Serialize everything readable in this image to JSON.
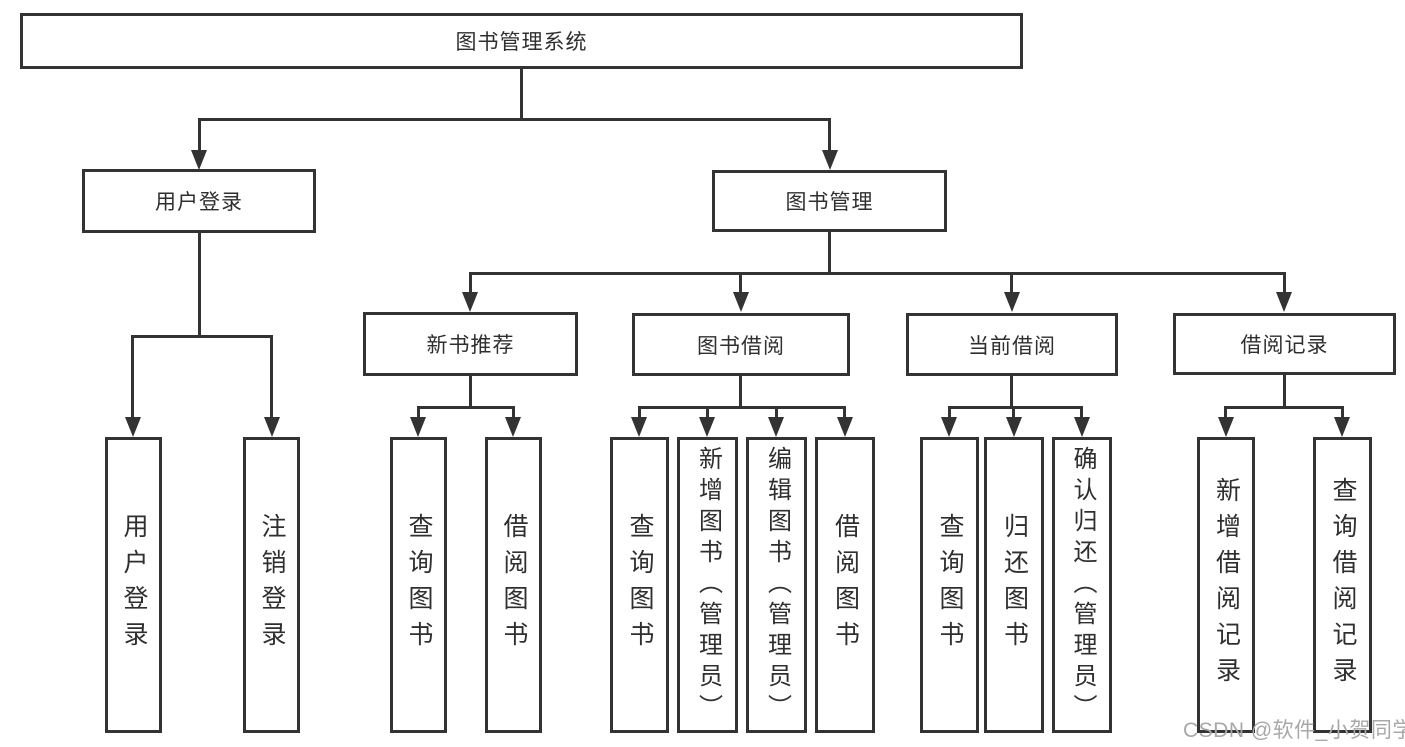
{
  "diagram": {
    "nodes": {
      "root": {
        "label": "图书管理系统"
      },
      "user_login": {
        "label": "用户登录"
      },
      "book_management": {
        "label": "图书管理"
      },
      "new_book_recommend": {
        "label": "新书推荐"
      },
      "book_borrowing": {
        "label": "图书借阅"
      },
      "current_borrowing": {
        "label": "当前借阅"
      },
      "borrowing_records": {
        "label": "借阅记录"
      },
      "leaf_user_login": {
        "label": "用户登录"
      },
      "leaf_logout": {
        "label": "注销登录"
      },
      "leaf_rec_query_books": {
        "label": "查询图书"
      },
      "leaf_rec_borrow_books": {
        "label": "借阅图书"
      },
      "leaf_bb_query_books": {
        "label": "查询图书"
      },
      "leaf_bb_add_books": {
        "label": "新增图书（管理员）"
      },
      "leaf_bb_edit_books": {
        "label": "编辑图书（管理员）"
      },
      "leaf_bb_borrow_books": {
        "label": "借阅图书"
      },
      "leaf_cb_query_books": {
        "label": "查询图书"
      },
      "leaf_cb_return_books": {
        "label": "归还图书"
      },
      "leaf_cb_confirm_return": {
        "label": "确认归还（管理员）"
      },
      "leaf_br_add_record": {
        "label": "新增借阅记录"
      },
      "leaf_br_query_record": {
        "label": "查询借阅记录"
      }
    },
    "watermark": {
      "text": "CSDN @软件_小贺同学",
      "color": "#a8a8a8"
    },
    "colors": {
      "line": "#333333",
      "text": "#2f2f2f",
      "background": "#ffffff"
    }
  }
}
